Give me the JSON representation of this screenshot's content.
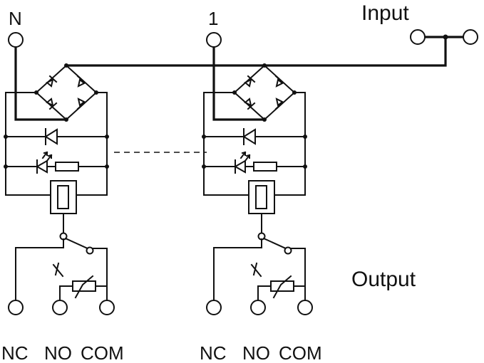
{
  "diagram": {
    "input_label": "Input",
    "output_label": "Output",
    "channels": [
      {
        "input_terminal": "N",
        "outputs": [
          "NC",
          "NO",
          "COM"
        ]
      },
      {
        "input_terminal": "1",
        "outputs": [
          "NC",
          "NO",
          "COM"
        ]
      }
    ]
  },
  "colors": {
    "line": "#111111",
    "background": "#ffffff"
  }
}
